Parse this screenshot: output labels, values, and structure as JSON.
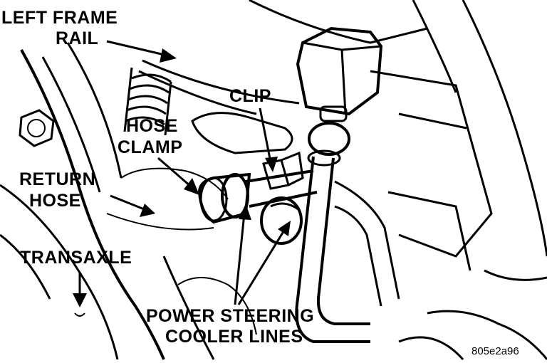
{
  "labels": {
    "left_frame_rail_line1": "LEFT FRAME",
    "left_frame_rail_line2": "RAIL",
    "clip": "CLIP",
    "hose_clamp_line1": "HOSE",
    "hose_clamp_line2": "CLAMP",
    "return_hose_line1": "RETURN",
    "return_hose_line2": "HOSE",
    "transaxle": "TRANSAXLE",
    "cooler_lines_line1": "POWER STEERING",
    "cooler_lines_line2": "COOLER LINES"
  },
  "figure_code": "805e2a96",
  "colors": {
    "ink": "#000000",
    "paper": "#ffffff"
  }
}
